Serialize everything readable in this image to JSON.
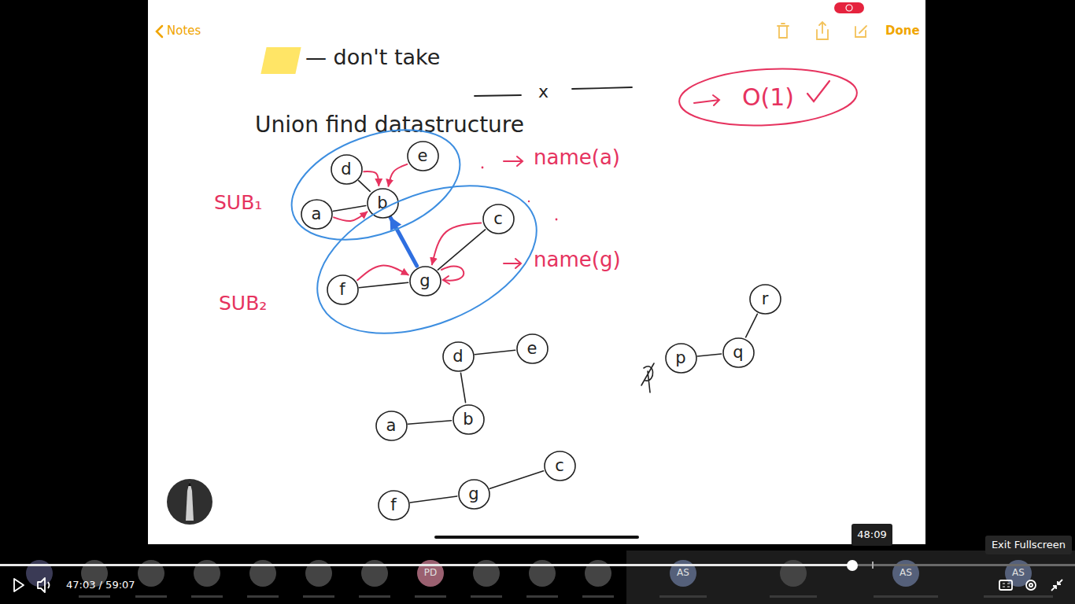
{
  "diagram": {
    "title": "Union find datastructure",
    "nodes": [
      {
        "text": [
          "O(1)"
        ]
      },
      {
        "text": [
          "SUB₁"
        ]
      },
      {
        "text": [
          "d"
        ],
        "in": 1
      },
      {
        "text": [
          "e"
        ],
        "in": 1
      },
      {
        "text": [
          "a"
        ],
        "in": 1
      },
      {
        "text": [
          "b"
        ],
        "in": 1
      },
      {
        "text": [
          "SUB₂"
        ]
      },
      {
        "text": [
          "c"
        ],
        "in": 6
      },
      {
        "text": [
          "f"
        ],
        "in": 6
      },
      {
        "text": [
          "g"
        ],
        "in": 6
      },
      {
        "text": [
          "r"
        ]
      },
      {
        "text": [
          "d"
        ]
      },
      {
        "text": [
          "e"
        ]
      },
      {
        "text": [
          "q"
        ]
      },
      {
        "text": [
          "p"
        ]
      },
      {
        "text": [
          "a"
        ]
      },
      {
        "text": [
          "b"
        ]
      },
      {
        "text": [
          "c"
        ]
      },
      {
        "text": [
          "f"
        ]
      },
      {
        "text": [
          "g"
        ]
      }
    ],
    "edges": [
      {
        "from": 2,
        "to": 5,
        "arrow": "none"
      },
      {
        "from": 4,
        "to": 5,
        "arrow": "none"
      },
      {
        "from": 7,
        "to": 9,
        "arrow": "none"
      },
      {
        "from": 8,
        "to": 9,
        "arrow": "none"
      },
      {
        "from": 2,
        "to": 5,
        "arrow": "to"
      },
      {
        "from": 3,
        "to": 5,
        "arrow": "to"
      },
      {
        "from": 4,
        "to": 5,
        "arrow": "to"
      },
      {
        "from": 7,
        "to": 9,
        "arrow": "to"
      },
      {
        "from": 8,
        "to": 9,
        "arrow": "to"
      },
      {
        "from": 9,
        "to": 5,
        "arrow": "to"
      },
      {
        "from": 11,
        "to": 12,
        "arrow": "none"
      },
      {
        "from": 11,
        "to": 16,
        "arrow": "none"
      },
      {
        "from": 15,
        "to": 16,
        "arrow": "none"
      },
      {
        "from": 18,
        "to": 19,
        "arrow": "none"
      },
      {
        "from": 19,
        "to": 17,
        "arrow": "none"
      },
      {
        "from": 14,
        "to": 13,
        "arrow": "none"
      },
      {
        "from": 13,
        "to": 10,
        "arrow": "none"
      }
    ],
    "labels": [
      "Notes",
      "Done",
      "x",
      "name(a)",
      "name(g)",
      "48:09",
      "Exit Fullscreen",
      "47:03 / 59:07",
      "PD",
      "AS",
      "AS",
      "AS"
    ],
    "legend": [
      {
        "text": "— don't take",
        "color": "#ffe566"
      }
    ]
  }
}
